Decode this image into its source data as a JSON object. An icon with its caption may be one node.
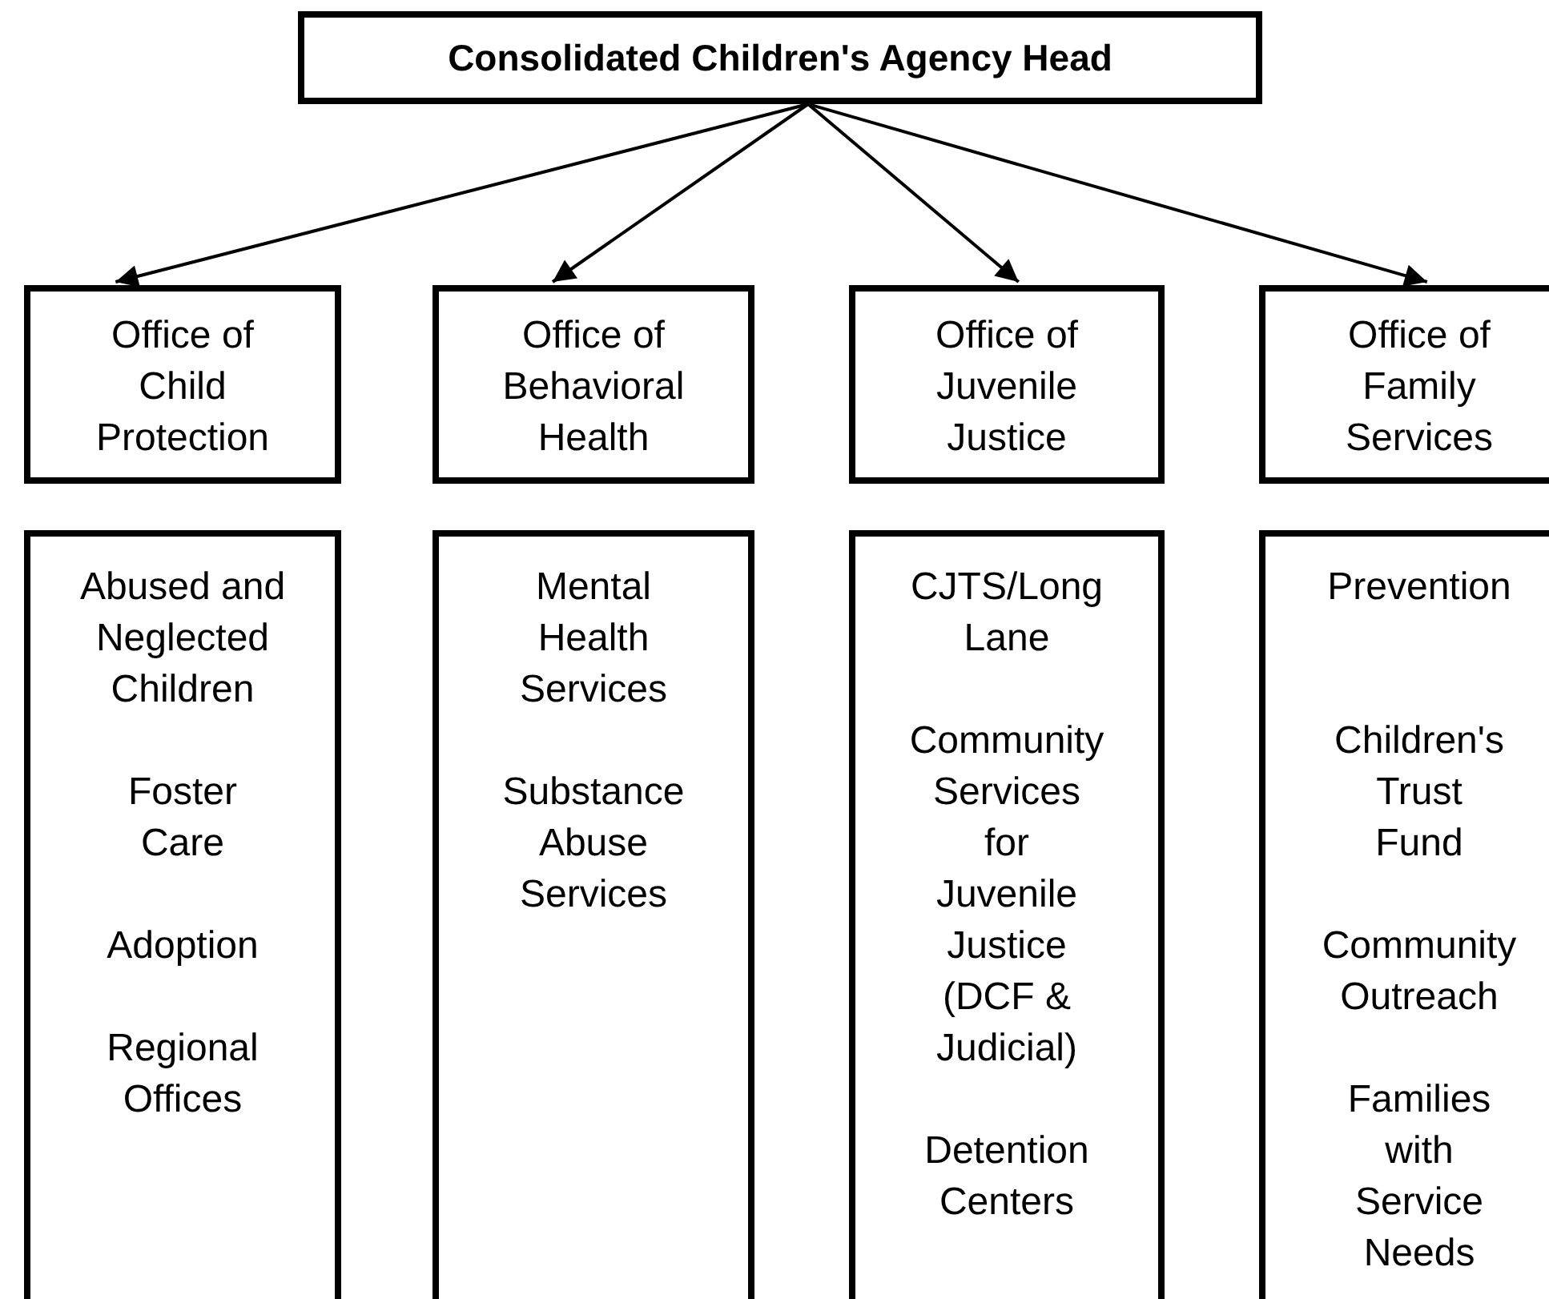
{
  "diagram": {
    "nodes": [
      {
        "text": [
          "Consolidated Children's Agency Head"
        ]
      },
      {
        "text": [
          "Office of Child Protection"
        ]
      },
      {
        "text": [
          "Office of Behavioral Health"
        ]
      },
      {
        "text": [
          "Office of Juvenile Justice"
        ]
      },
      {
        "text": [
          "Office of Family Services"
        ]
      },
      {
        "text": [
          "Abused and Neglected Children",
          "Foster Care",
          "Adoption",
          "Regional Offices"
        ]
      },
      {
        "text": [
          "Mental Health Services",
          "Substance Abuse Services"
        ]
      },
      {
        "text": [
          "CJTS/Long Lane",
          "Community Services for Juvenile Justice (DCF & Judicial)",
          "Detention Centers"
        ]
      },
      {
        "text": [
          "Prevention",
          "Children's Trust Fund",
          "Community Outreach",
          "Families with Service Needs"
        ]
      }
    ],
    "edges": [
      {
        "from": 0,
        "to": 1,
        "arrow": "to"
      },
      {
        "from": 0,
        "to": 2,
        "arrow": "to"
      },
      {
        "from": 0,
        "to": 3,
        "arrow": "to"
      },
      {
        "from": 0,
        "to": 4,
        "arrow": "to"
      }
    ]
  }
}
